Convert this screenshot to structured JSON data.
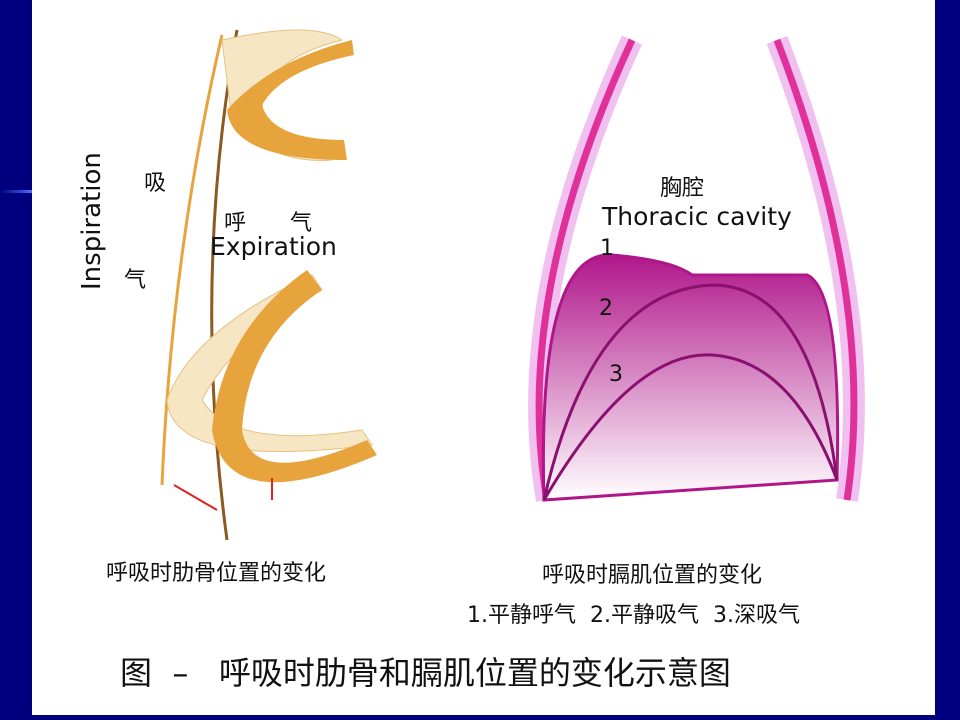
{
  "left_diagram": {
    "label_inspiration_en": "Inspiration",
    "label_inspiration_cn_1": "吸",
    "label_inspiration_cn_2": "气",
    "label_expiration_cn_1": "呼",
    "label_expiration_cn_2": "气",
    "label_expiration_en": "Expiration",
    "caption": "呼吸时肋骨位置的变化"
  },
  "right_diagram": {
    "label_cn": "胸腔",
    "label_en": "Thoracic cavity",
    "curve_labels": [
      "1",
      "2",
      "3"
    ],
    "caption": "呼吸时膈肌位置的变化",
    "legend": "1.平静呼气  2.平静吸气  3.深吸气"
  },
  "figure_title": "图  –   呼吸时肋骨和膈肌位置的变化示意图",
  "colors": {
    "border": "#00007e",
    "rib": "#e8a43c",
    "diaphragm": "#b0168a",
    "chest_wall": "#e0309a"
  }
}
